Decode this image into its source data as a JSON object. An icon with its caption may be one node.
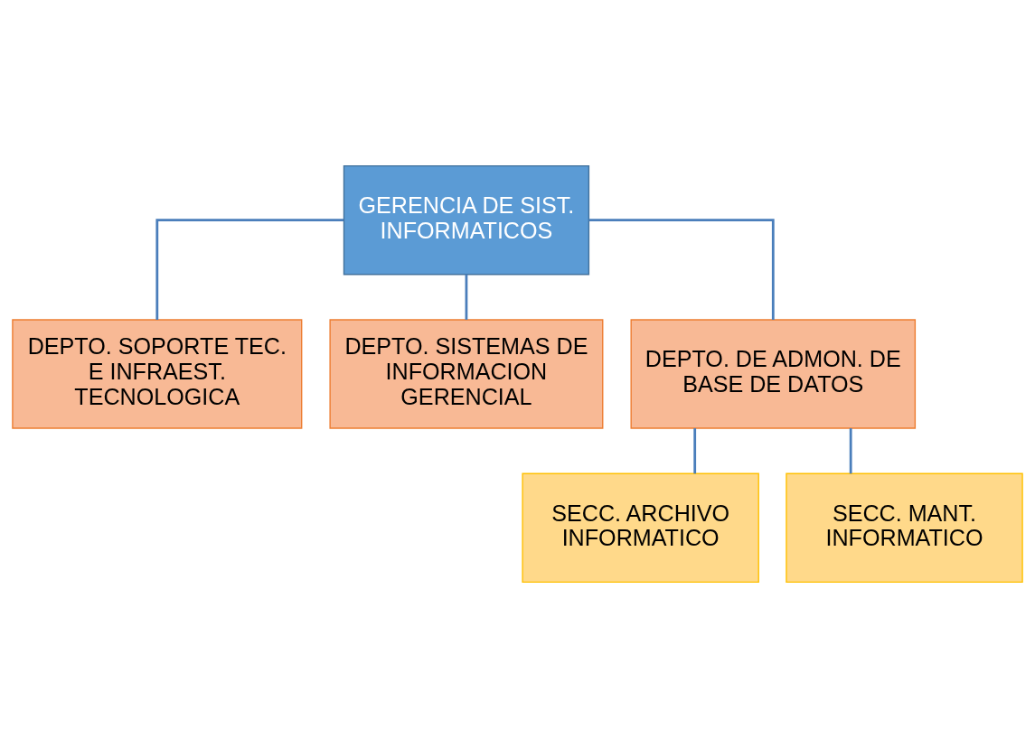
{
  "diagram": {
    "nodes": [
      {
        "text": [
          "GERENCIA DE SIST. INFORMATICOS"
        ]
      },
      {
        "text": [
          "DEPTO. SOPORTE TEC. E INFRAEST. TECNOLOGICA"
        ]
      },
      {
        "text": [
          "DEPTO. SISTEMAS DE INFORMACION GERENCIAL"
        ]
      },
      {
        "text": [
          "DEPTO. DE ADMON. DE BASE DE DATOS"
        ]
      },
      {
        "text": [
          "SECC. ARCHIVO INFORMATICO"
        ]
      },
      {
        "text": [
          "SECC. MANT. INFORMATICO"
        ]
      }
    ],
    "edges": [
      {
        "from": 0,
        "to": 1,
        "arrow": "none"
      },
      {
        "from": 0,
        "to": 2,
        "arrow": "none"
      },
      {
        "from": 0,
        "to": 3,
        "arrow": "none"
      },
      {
        "from": 3,
        "to": 4,
        "arrow": "none"
      },
      {
        "from": 3,
        "to": 5,
        "arrow": "none"
      }
    ]
  }
}
